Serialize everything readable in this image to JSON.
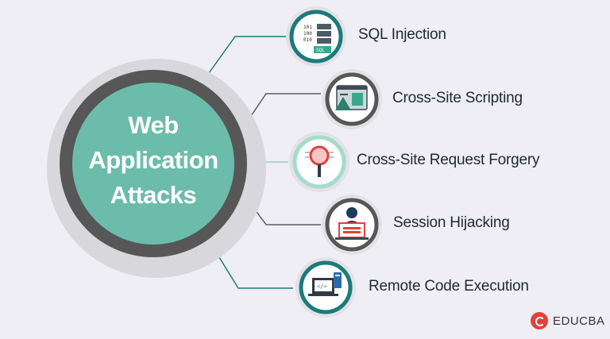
{
  "hub": {
    "line1": "Web",
    "line2": "Application",
    "line3": "Attacks"
  },
  "attacks": [
    {
      "label": "SQL Injection",
      "icon": "sql-server-icon"
    },
    {
      "label": "Cross-Site Scripting",
      "icon": "browser-code-icon"
    },
    {
      "label": "Cross-Site Request Forgery",
      "icon": "magnifier-icon"
    },
    {
      "label": "Session Hijacking",
      "icon": "hacker-laptop-icon"
    },
    {
      "label": "Remote Code Execution",
      "icon": "code-laptop-icon"
    }
  ],
  "brand": {
    "name": "EDUCBA",
    "color": "#e2403a"
  },
  "colors": {
    "teal": "#1d7a7a",
    "hub_fill": "#6cbcab",
    "hub_ring": "#5a5a5a",
    "gray": "#5f5f5f",
    "light_teal": "#a4dccb"
  }
}
